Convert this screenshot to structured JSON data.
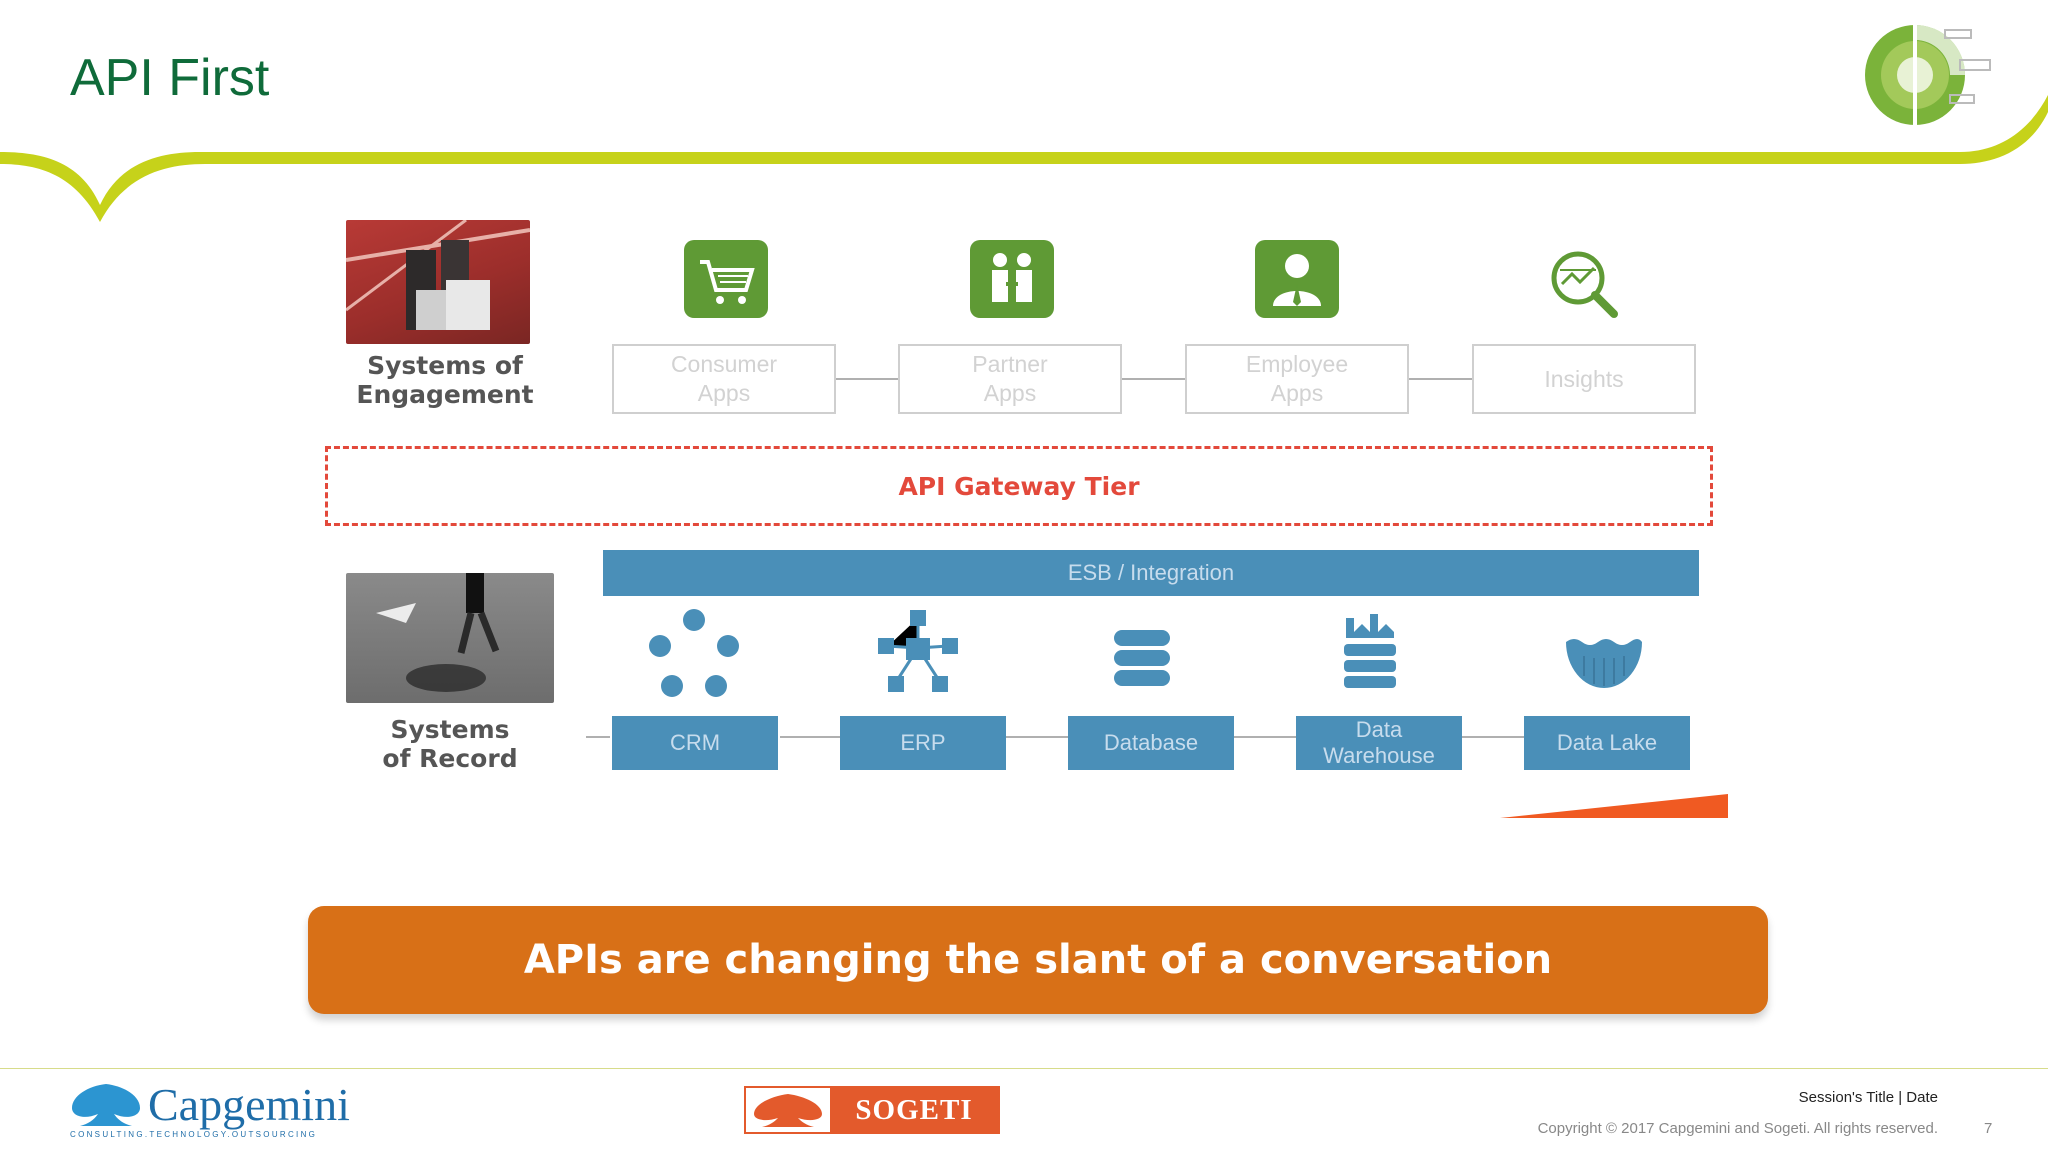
{
  "slide": {
    "title": "API First"
  },
  "diagram": {
    "engagement_label": [
      "Systems of",
      "Engagement"
    ],
    "record_label": [
      "Systems",
      "of Record"
    ],
    "apps": [
      {
        "label": "Consumer\nApps",
        "icon": "shopping-cart-icon"
      },
      {
        "label": "Partner\nApps",
        "icon": "handshake-icon"
      },
      {
        "label": "Employee\nApps",
        "icon": "person-icon"
      },
      {
        "label": "Insights",
        "icon": "magnifier-chart-icon"
      }
    ],
    "gateway_label": "API Gateway Tier",
    "esb_label": "ESB / Integration",
    "records": [
      {
        "label": "CRM",
        "icon": "circle-cycle-icon"
      },
      {
        "label": "ERP",
        "icon": "network-icon"
      },
      {
        "label": "Database",
        "icon": "database-icon"
      },
      {
        "label": "Data\nWarehouse",
        "icon": "warehouse-icon"
      },
      {
        "label": "Data Lake",
        "icon": "lake-icon"
      }
    ]
  },
  "banner": {
    "text": "APIs are changing the slant of a conversation"
  },
  "footer": {
    "capgemini": "Capgemini",
    "capgemini_tagline": "CONSULTING.TECHNOLOGY.OUTSOURCING",
    "sogeti": "SOGETI",
    "session": "Session's Title | Date",
    "copyright": "Copyright © 2017 Capgemini and Sogeti. All rights reserved.",
    "page_number": "7"
  },
  "colors": {
    "title_green": "#0f6b3a",
    "swoosh_lime": "#c6d21a",
    "app_green": "#5f9a35",
    "esb_blue": "#4a8fb8",
    "gateway_red": "#e3493b",
    "banner_orange": "#d87017"
  }
}
